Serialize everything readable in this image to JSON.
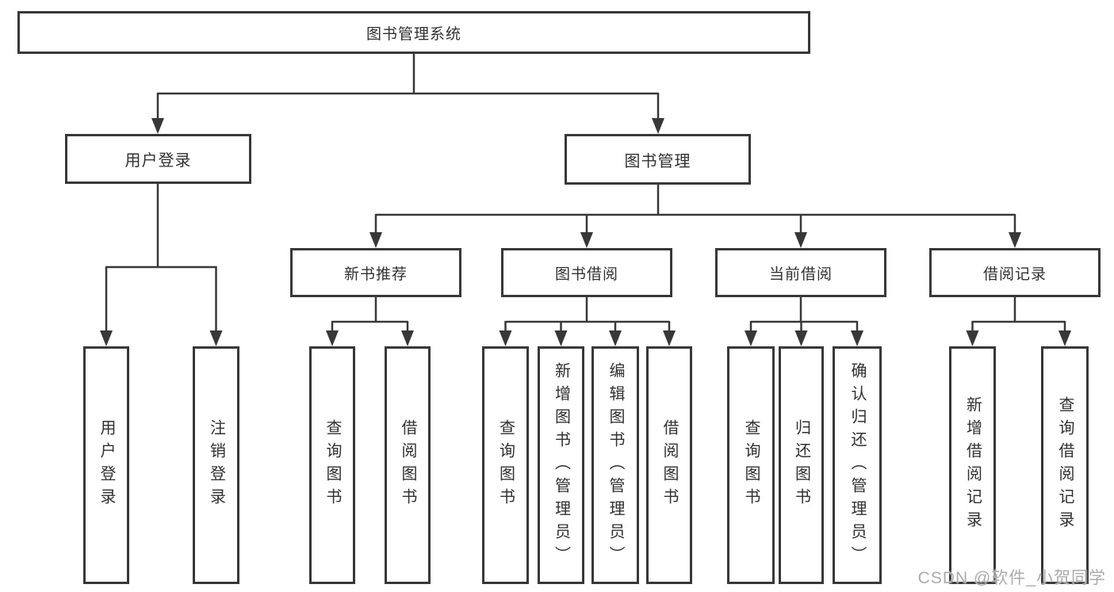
{
  "diagram": {
    "title": "图书管理系统",
    "branches": [
      {
        "label": "用户登录",
        "children": [
          "用户登录",
          "注销登录"
        ]
      },
      {
        "label": "图书管理",
        "children": [
          {
            "label": "新书推荐",
            "children": [
              "查询图书",
              "借阅图书"
            ]
          },
          {
            "label": "图书借阅",
            "children": [
              "查询图书",
              "新增图书（管理员）",
              "编辑图书（管理员）",
              "借阅图书"
            ]
          },
          {
            "label": "当前借阅",
            "children": [
              "查询图书",
              "归还图书",
              "确认归还（管理员）"
            ]
          },
          {
            "label": "借阅记录",
            "children": [
              "新增借阅记录",
              "查询借阅记录"
            ]
          }
        ]
      }
    ]
  },
  "colors": {
    "line": "#383838",
    "box_border": "#383838",
    "text": "#303030",
    "background": "#ffffff",
    "watermark": "#ababab"
  },
  "watermark": "CSDN @软件_小贺同学"
}
